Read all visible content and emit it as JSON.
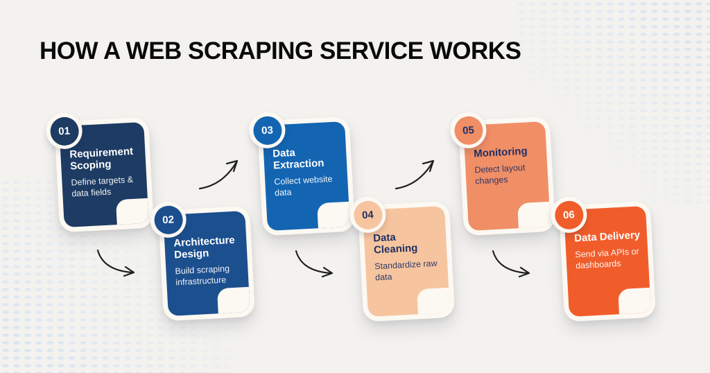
{
  "title": "HOW A WEB SCRAPING SERVICE WORKS",
  "steps": [
    {
      "number": "01",
      "title": "Requirement Scoping",
      "description": "Define targets & data fields",
      "card_color": "#1d3b63",
      "text_color": "#ffffff",
      "badge_text_color": "#ffffff"
    },
    {
      "number": "02",
      "title": "Architecture Design",
      "description": "Build scraping infrastructure",
      "card_color": "#1b4f8e",
      "text_color": "#ffffff",
      "badge_text_color": "#ffffff"
    },
    {
      "number": "03",
      "title": "Data Extraction",
      "description": "Collect website data",
      "card_color": "#1365b2",
      "text_color": "#ffffff",
      "badge_text_color": "#ffffff"
    },
    {
      "number": "04",
      "title": "Data Cleaning",
      "description": "Standardize raw data",
      "card_color": "#f6c5a0",
      "text_color": "#203063",
      "badge_text_color": "#203063"
    },
    {
      "number": "05",
      "title": "Monitoring",
      "description": "Detect layout changes",
      "card_color": "#f08e66",
      "text_color": "#203063",
      "badge_text_color": "#203063"
    },
    {
      "number": "06",
      "title": "Data Delivery",
      "description": "Send via APIs or dashboards",
      "card_color": "#f05d2b",
      "text_color": "#ffffff",
      "badge_text_color": "#ffffff"
    }
  ],
  "colors": {
    "background": "#f3f2ef",
    "frame": "#fcf8f2",
    "pattern": "#dce6f1",
    "arrow": "#1f1f1f",
    "title": "#0a0a0a"
  }
}
